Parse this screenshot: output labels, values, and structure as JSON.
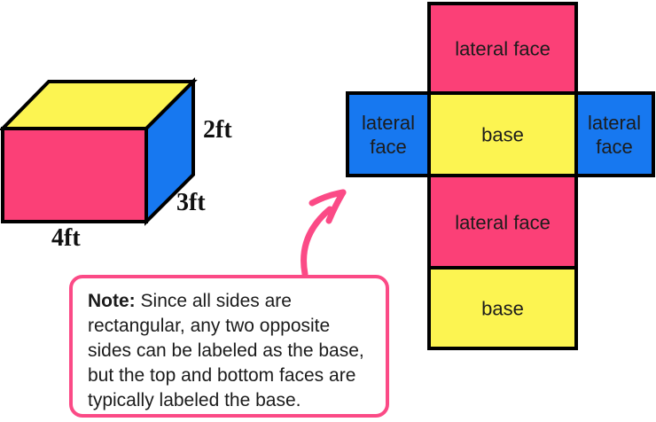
{
  "figure": {
    "description_title": "Rectangular prism and its net",
    "background": "#FFFFFF"
  },
  "colors": {
    "face_pink": "#FB4077",
    "face_yellow": "#FCF451",
    "face_blue": "#1778F0",
    "outline_black": "#000000",
    "accent_pink": "#FB4A86",
    "text_dark": "#1C1C1C"
  },
  "prism": {
    "labels": {
      "height": "2ft",
      "depth": "3ft",
      "width": "4ft"
    }
  },
  "net": {
    "cells": [
      {
        "id": "top",
        "label": "lateral face",
        "color": "#FB4077"
      },
      {
        "id": "left",
        "label": "lateral face",
        "color": "#1778F0"
      },
      {
        "id": "center",
        "label": "base",
        "color": "#FCF451"
      },
      {
        "id": "right",
        "label": "lateral face",
        "color": "#1778F0"
      },
      {
        "id": "mid",
        "label": "lateral face",
        "color": "#FB4077"
      },
      {
        "id": "bottom",
        "label": "base",
        "color": "#FCF451"
      }
    ]
  },
  "note": {
    "label": "Note:",
    "lines": [
      "Since all sides are",
      "rectangular, any two opposite",
      "sides can be labeled as the base,",
      "but the top and bottom faces are",
      "typically labeled the base."
    ],
    "full_text": "Note: Since all sides are rectangular, any two opposite sides can be labeled as the base, but the top and bottom faces are typically labeled the base."
  }
}
